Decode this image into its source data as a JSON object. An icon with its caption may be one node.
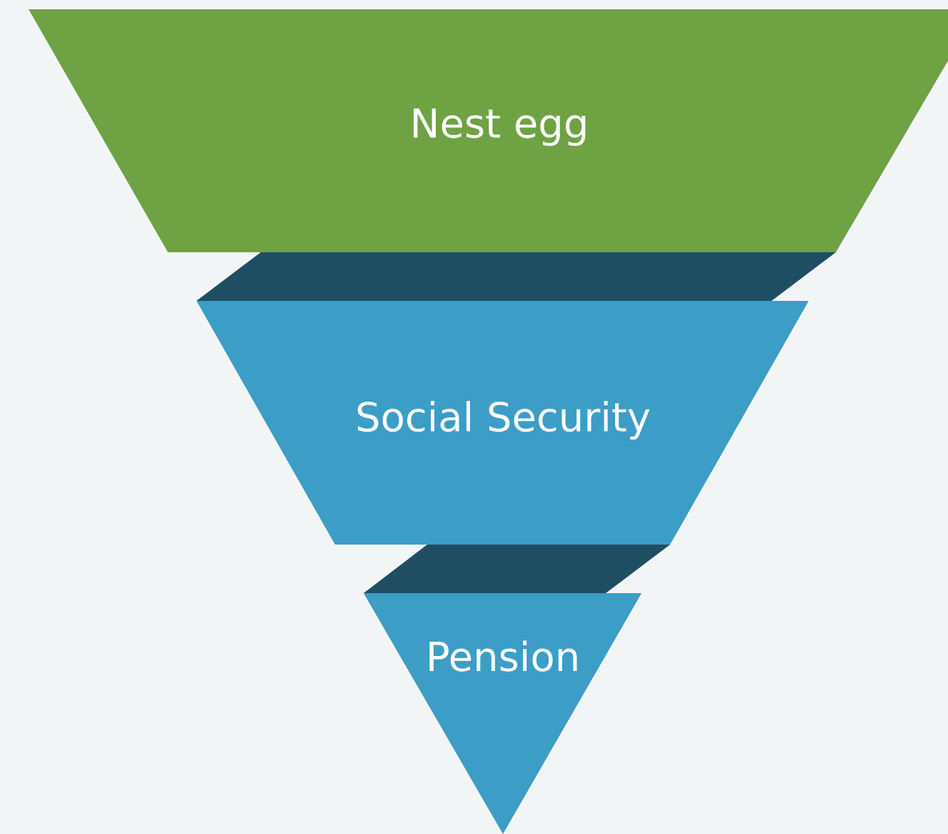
{
  "diagram": {
    "nodes": [
      {
        "text": [
          "Nest egg"
        ]
      },
      {
        "text": [],
        "shape": "band"
      },
      {
        "text": [
          "Social Security"
        ]
      },
      {
        "text": [],
        "shape": "band"
      },
      {
        "text": [
          "Pension"
        ]
      }
    ]
  }
}
